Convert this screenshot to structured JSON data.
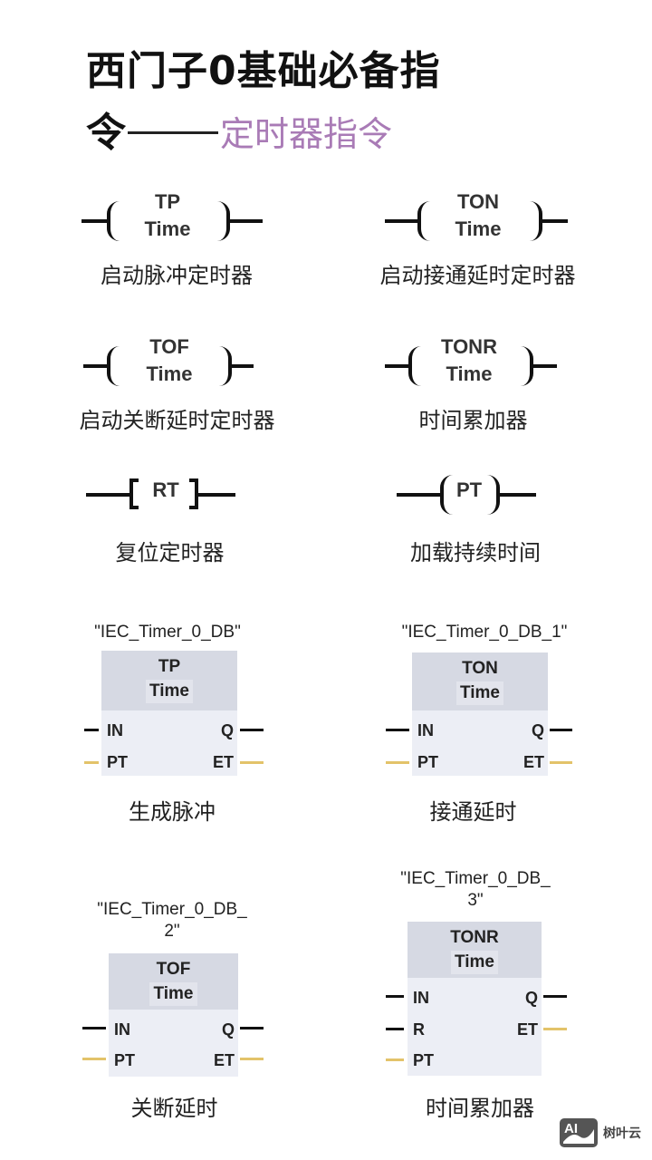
{
  "title": {
    "line1": "西门子0基础必备指",
    "line2_prefix": "令",
    "line2_accent": "定时器指令",
    "accent_color": "#a97bb6"
  },
  "coils": [
    {
      "name": "TP",
      "sub": "Time",
      "caption": "启动脉冲定时器"
    },
    {
      "name": "TON",
      "sub": "Time",
      "caption": "启动接通延时定时器"
    },
    {
      "name": "TOF",
      "sub": "Time",
      "caption": "启动关断延时定时器"
    },
    {
      "name": "TONR",
      "sub": "Time",
      "caption": "时间累加器"
    },
    {
      "name": "RT",
      "caption": "复位定时器"
    },
    {
      "name": "PT",
      "caption": "加载持续时间"
    }
  ],
  "blocks": [
    {
      "instance": "\"IEC_Timer_0_DB\"",
      "type": "TP",
      "sub": "Time",
      "inputs": [
        "IN",
        "PT"
      ],
      "outputs": [
        "Q",
        "ET"
      ],
      "caption": "生成脉冲"
    },
    {
      "instance": "\"IEC_Timer_0_DB_1\"",
      "type": "TON",
      "sub": "Time",
      "inputs": [
        "IN",
        "PT"
      ],
      "outputs": [
        "Q",
        "ET"
      ],
      "caption": "接通延时"
    },
    {
      "instance_l1": "\"IEC_Timer_0_DB_",
      "instance_l2": "2\"",
      "type": "TOF",
      "sub": "Time",
      "inputs": [
        "IN",
        "PT"
      ],
      "outputs": [
        "Q",
        "ET"
      ],
      "caption": "关断延时"
    },
    {
      "instance_l1": "\"IEC_Timer_0_DB_",
      "instance_l2": "3\"",
      "type": "TONR",
      "sub": "Time",
      "inputs": [
        "IN",
        "R",
        "PT"
      ],
      "outputs": [
        "Q",
        "ET"
      ],
      "caption": "时间累加器"
    }
  ],
  "colors": {
    "bool_wire": "#111111",
    "time_wire": "#e3c36a",
    "block_head": "#d6d9e3",
    "block_body": "#eceef5"
  },
  "watermark": {
    "icon_text": "AI",
    "label": "树叶云"
  }
}
